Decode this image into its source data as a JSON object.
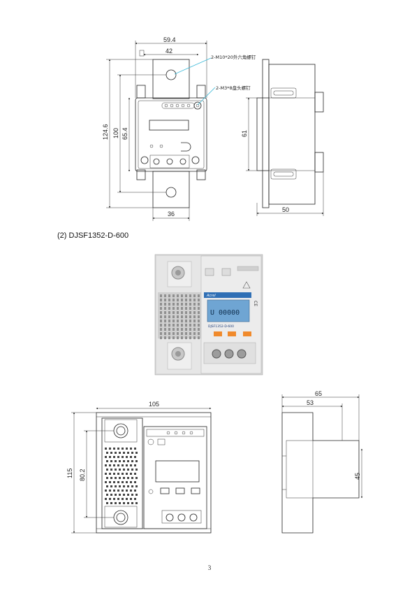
{
  "top_drawing": {
    "dims": {
      "w_total": "59.4",
      "w_body": "42",
      "h_total": "124.6",
      "h_mid": "100",
      "h_inner": "65.4",
      "w_bottom": "36",
      "side_h": "61",
      "side_w": "50"
    },
    "notes": {
      "hex_screw": "2-M10*20外六角螺钉",
      "pan_screw": "2-M3*8盘头螺钉"
    }
  },
  "section_caption": "(2)  DJSF1352-D-600",
  "photo": {
    "brand": "Acrel",
    "screen_text": "U 00000",
    "model": "DJSF1352-D-600",
    "label_cert": "CE",
    "label_model": "DJSF1352-D-600"
  },
  "bottom_drawing": {
    "dims": {
      "front_w": "105",
      "front_h": "115",
      "front_inner_h": "80.2",
      "side_w_total": "65",
      "side_w_inner": "53",
      "side_h": "45"
    }
  },
  "page_number": "3"
}
